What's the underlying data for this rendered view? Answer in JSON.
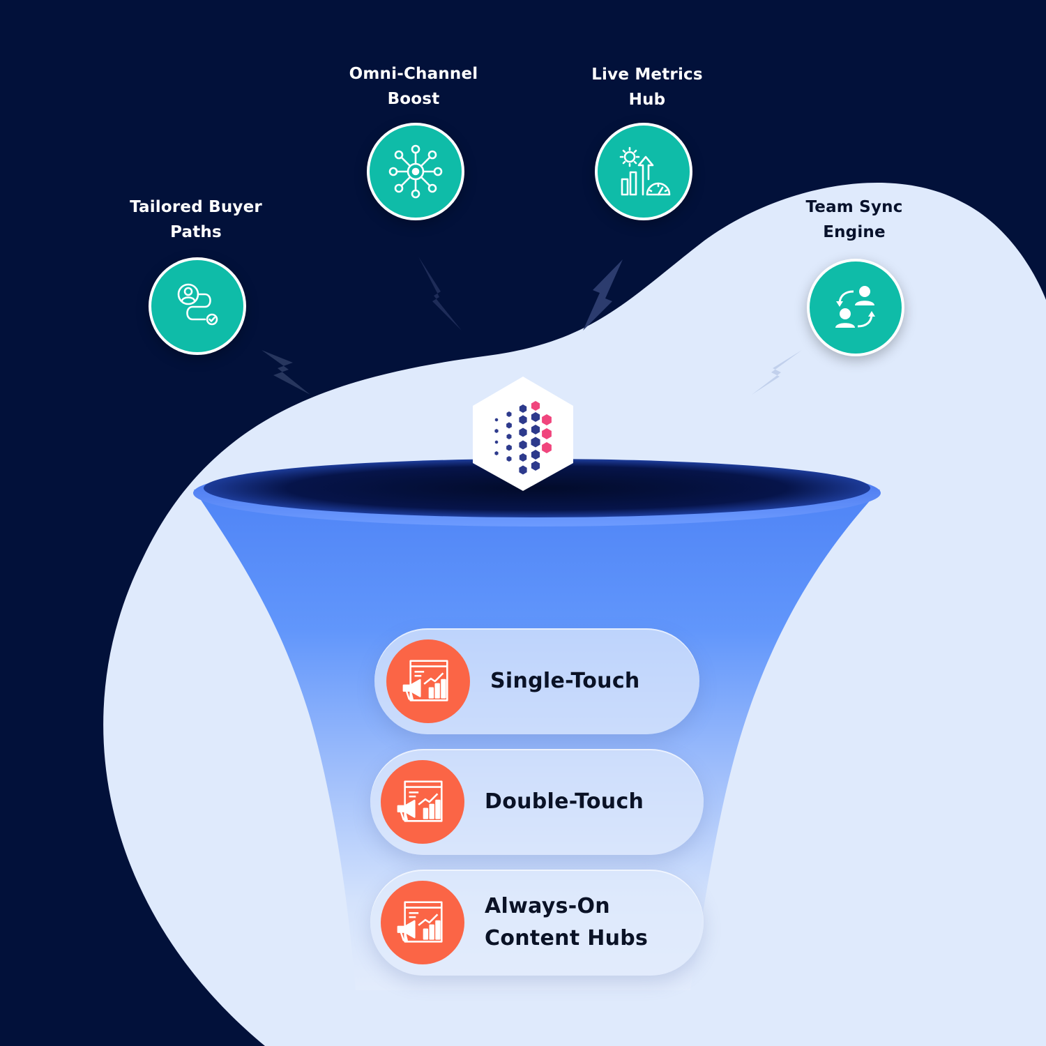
{
  "features": [
    {
      "id": "tailored-buyer-paths",
      "label": "Tailored Buyer\nPaths",
      "icon": "user-path-icon"
    },
    {
      "id": "omni-channel-boost",
      "label": "Omni-Channel\nBoost",
      "icon": "network-hub-icon"
    },
    {
      "id": "live-metrics-hub",
      "label": "Live Metrics\nHub",
      "icon": "metrics-dashboard-icon"
    },
    {
      "id": "team-sync-engine",
      "label": "Team Sync\nEngine",
      "icon": "team-sync-icon"
    }
  ],
  "stages": [
    {
      "label": "Single-Touch",
      "icon": "marketing-report-icon"
    },
    {
      "label": "Double-Touch",
      "icon": "marketing-report-icon"
    },
    {
      "label": "Always-On\nContent Hubs",
      "icon": "marketing-report-icon"
    }
  ],
  "logo": {
    "icon": "hexagon-dots-logo"
  },
  "colors": {
    "background": "#02113a",
    "blob": "#dfeafc",
    "teal": "#0fbca8",
    "orange": "#fb6546",
    "funnel_blue": "#5b8ff8",
    "logo_pink": "#f0457d",
    "logo_navy": "#2d3a8c"
  }
}
